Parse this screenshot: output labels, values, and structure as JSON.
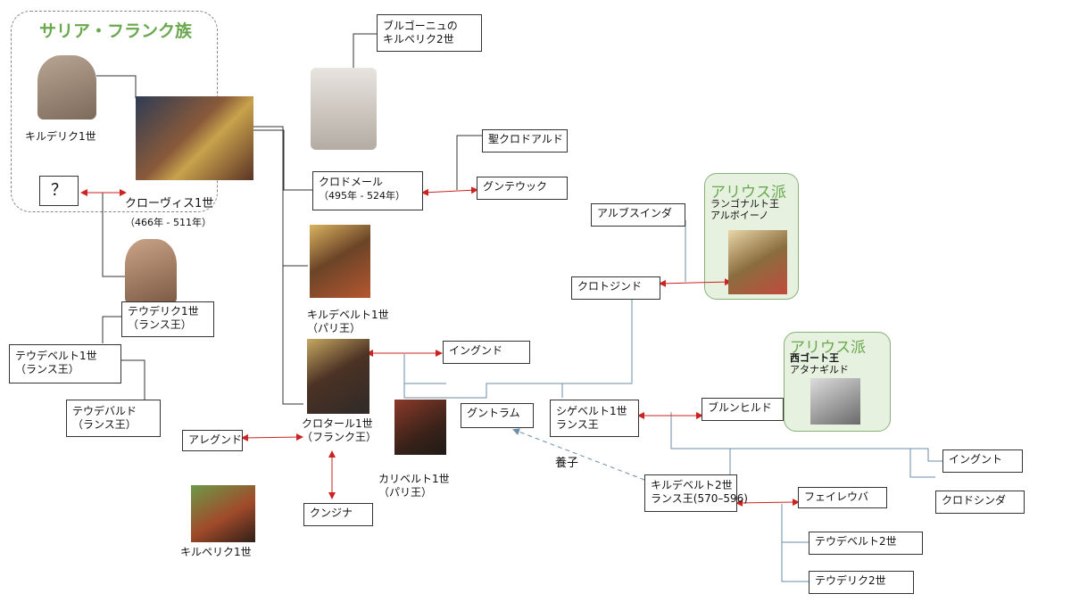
{
  "salian_group": {
    "title": "サリア・フランク族"
  },
  "arian_1": {
    "title": "アリウス派",
    "line1": "ランゴナルト王",
    "line2": "アルボイーノ"
  },
  "arian_2": {
    "title": "アリウス派",
    "line1": "西ゴート王",
    "line2": "アタナギルド"
  },
  "people": {
    "childeric1": "キルデリク1世",
    "unknown": "？",
    "clovis": {
      "name": "クローヴィス1世",
      "dates": "（466年 - 511年）"
    },
    "chilperic_burgundy": {
      "line1": "ブルゴーニュの",
      "line2": "キルペリク2世"
    },
    "st_clotilde": "聖クロドアルド",
    "chlodomer": {
      "line1": "クロドメール",
      "line2": "（495年 - 524年）"
    },
    "gunteuc": "グンテウック",
    "childebert1": {
      "line1": "キルデベルト1世",
      "line2": "（パリ王）"
    },
    "theuderic1": {
      "line1": "テウデリク1世",
      "line2": "（ランス王）"
    },
    "theudebert1": {
      "line1": "テウデベルト1世",
      "line2": "（ランス王）"
    },
    "theudebald": {
      "line1": "テウデバルド",
      "line2": "（ランス王）"
    },
    "ingund": "イングンド",
    "chlothar1": {
      "line1": "クロタール1世",
      "line2": "（フランク王）"
    },
    "aregund": "アレグンド",
    "charibert1": {
      "line1": "カリベルト1世",
      "line2": "（パリ王）"
    },
    "chilperic1": "キルペリク1世",
    "kunjina": "クンジナ",
    "guntram": "グントラム",
    "adoption": "養子",
    "albsuinda": "アルブスインダ",
    "chlothsind": "クロトジンド",
    "sigebert1": {
      "line1": "シゲベルト1世",
      "line2": "ランス王"
    },
    "brunhild": "ブルンヒルド",
    "childebert2": {
      "line1": "キルデベルト2世",
      "line2": "ランス王(570–596)"
    },
    "faileuba": "フェイレウバ",
    "ingunde": "イングント",
    "chlodosinda": "クロドシンダ",
    "theudebert2": "テウデベルト2世",
    "theuderic2": "テウデリク2世"
  },
  "colors": {
    "connector": "#333333",
    "marriage": "#cc2222",
    "sigebert_branch": "#6b8caa",
    "arian_fill": "#e6f2df",
    "arian_title": "#6aa84f",
    "adoption": "#6b8caa"
  }
}
